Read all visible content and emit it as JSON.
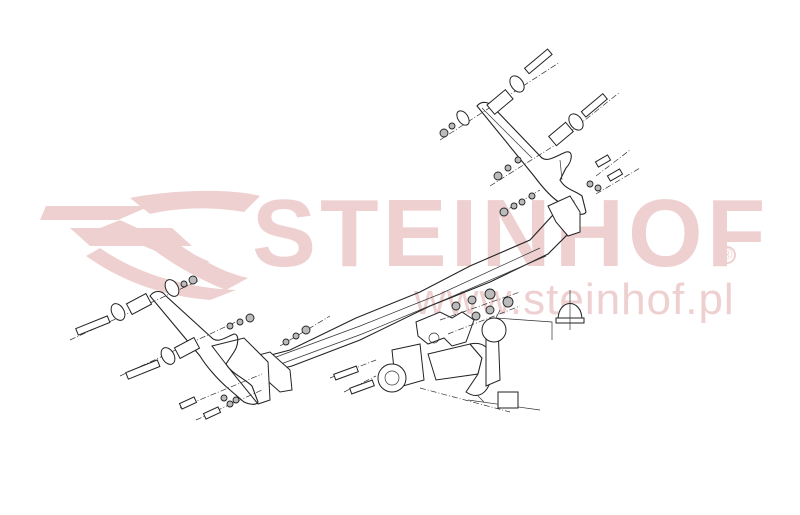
{
  "watermark": {
    "brand": "STEINHOF",
    "registered_mark": "®",
    "url": "www.steinhof.pl",
    "color": "#eed0d0"
  },
  "diagram": {
    "title": "",
    "type": "exploded-view technical drawing",
    "subject": "tow bar / towing hitch assembly",
    "components": [
      "right mounting bracket",
      "left mounting bracket",
      "cross beam",
      "tow ball neck",
      "socket plate",
      "electrical socket",
      "connector plug",
      "ball cover cap",
      "bolts",
      "spacer sleeves",
      "washers",
      "nuts"
    ],
    "line_color": "#222222",
    "background": "#ffffff"
  }
}
